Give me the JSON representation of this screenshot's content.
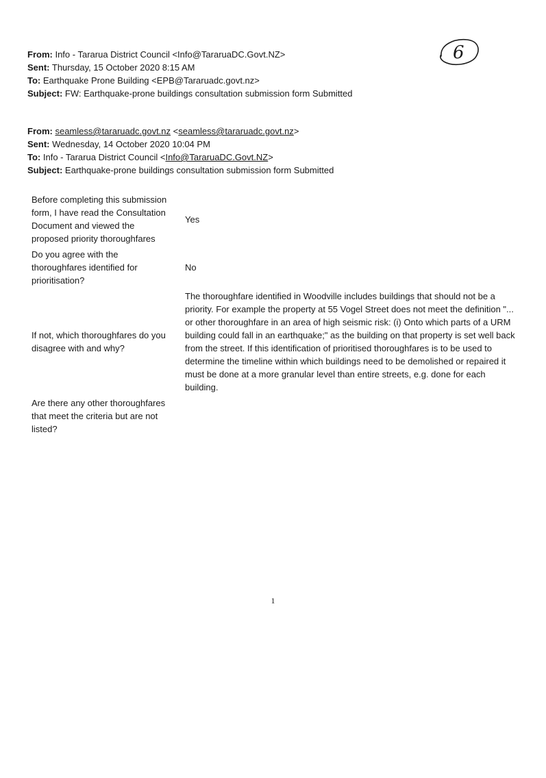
{
  "page_mark": "6",
  "forwarded_header": {
    "from_label": "From:",
    "from_value": "Info - Tararua District Council <Info@TararuaDC.Govt.NZ>",
    "sent_label": "Sent:",
    "sent_value": "Thursday, 15 October 2020 8:15 AM",
    "to_label": "To:",
    "to_value": "Earthquake Prone Building <EPB@Tararuadc.govt.nz>",
    "subject_label": "Subject:",
    "subject_value": "FW: Earthquake-prone buildings consultation submission form Submitted"
  },
  "original_header": {
    "from_label": "From:",
    "from_email": "seamless@tararuadc.govt.nz",
    "from_lt": " <",
    "from_email_2": "seamless@tararuadc.govt.nz",
    "from_gt": ">",
    "sent_label": "Sent:",
    "sent_value": "Wednesday, 14 October 2020 10:04 PM",
    "to_label": "To:",
    "to_prefix": "Info - Tararua District Council <",
    "to_email": "Info@TararuaDC.Govt.NZ",
    "to_suffix": ">",
    "subject_label": "Subject:",
    "subject_value": "Earthquake-prone buildings consultation submission form Submitted"
  },
  "form": {
    "rows": [
      {
        "question": "Before completing this submission form, I have read the Consultation Document and viewed the proposed priority thoroughfares",
        "answer": "Yes"
      },
      {
        "question": "Do you agree with the thoroughfares identified for prioritisation?",
        "answer": "No"
      },
      {
        "question": "If not, which thoroughfares do you disagree with and why?",
        "answer": "The thoroughfare identified in Woodville includes buildings that should not be a priority. For example the property at 55 Vogel Street does not meet the definition \"... or other thoroughfare in an area of high seismic risk: (i) Onto which parts of a URM building could fall in an earthquake;\" as the building on that property is set well back from the street. If this identification of prioritised thoroughfares is to be used to determine the timeline within which buildings need to be demolished or repaired it must be done at a more granular level than entire streets, e.g. done for each building."
      },
      {
        "question": "Are there any other thoroughfares that meet the criteria but are not listed?",
        "answer": ""
      }
    ]
  },
  "page_number": "1"
}
